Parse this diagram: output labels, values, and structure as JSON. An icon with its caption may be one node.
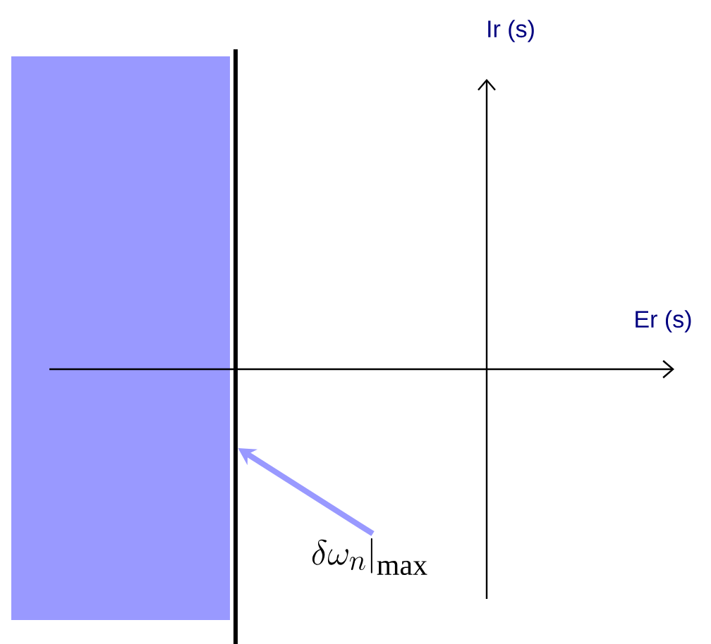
{
  "diagram": {
    "nodes": [
      {
        "text": [],
        "shape": "box"
      },
      {
        "text": [],
        "shape": "bar"
      },
      {
        "text": [
          "\\delta\\omega_n\\Big|_{\\max}"
        ]
      }
    ],
    "edges": [
      {
        "from": 2,
        "to": 1,
        "arrow": "to",
        "color": "#9999ff"
      }
    ],
    "labels": [
      "Ir (s)",
      "Er (s)"
    ]
  }
}
